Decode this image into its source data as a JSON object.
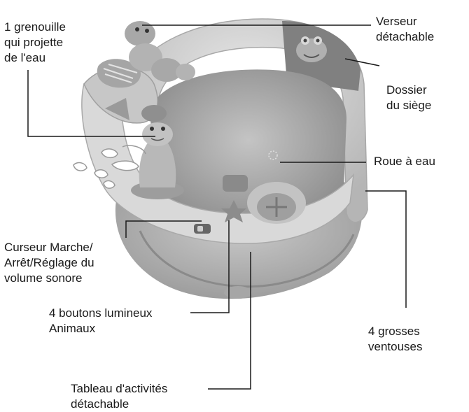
{
  "labels": {
    "frog": "1 grenouille\nqui projette\nde l'eau",
    "pourer": "Verseur\ndétachable",
    "backrest": "Dossier\ndu siège",
    "water_wheel": "Roue à eau",
    "slider": "Curseur Marche/\nArrêt/Réglage du\nvolume sonore",
    "buttons": "4 boutons lumineux\nAnimaux",
    "suction_cups": "4 grosses\nventouses",
    "panel": "Tableau d'activités\ndétachable"
  },
  "colors": {
    "line": "#1a1a1a",
    "body_light": "#d4d4d4",
    "body_mid": "#b9b9b9",
    "body_dark": "#8f8f8f",
    "back_panel": "#7a7a7a"
  }
}
